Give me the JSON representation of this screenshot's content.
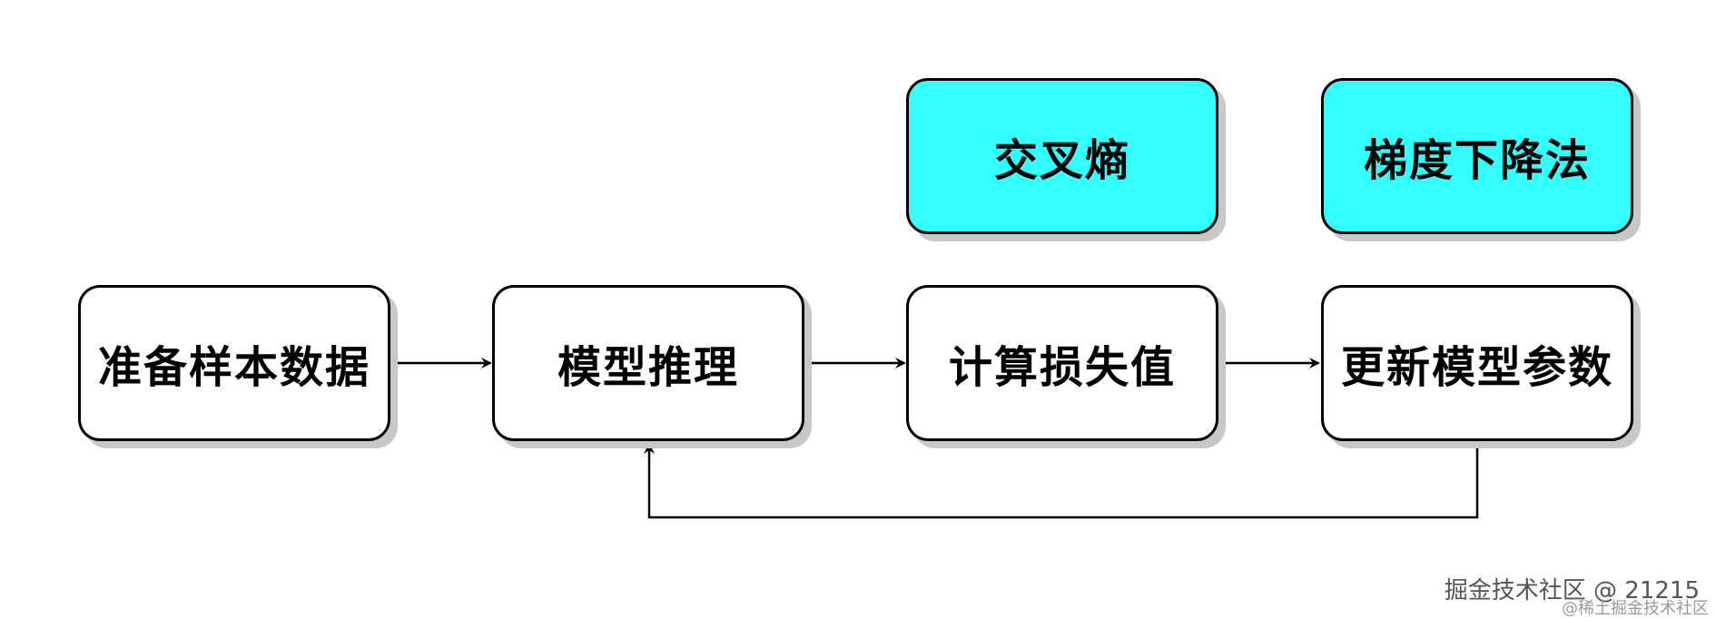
{
  "nodes": {
    "prepare_data": "准备样本数据",
    "model_inference": "模型推理",
    "compute_loss": "计算损失值",
    "update_params": "更新模型参数",
    "cross_entropy": "交叉熵",
    "gradient_descent": "梯度下降法"
  },
  "colors": {
    "highlight_fill": "#33ffff",
    "box_fill": "#ffffff",
    "stroke": "#000000",
    "shadow": "#c8c8c8"
  },
  "watermark": {
    "main": "掘金技术社区 @ 21215",
    "sub": "@稀土掘金技术社区"
  }
}
